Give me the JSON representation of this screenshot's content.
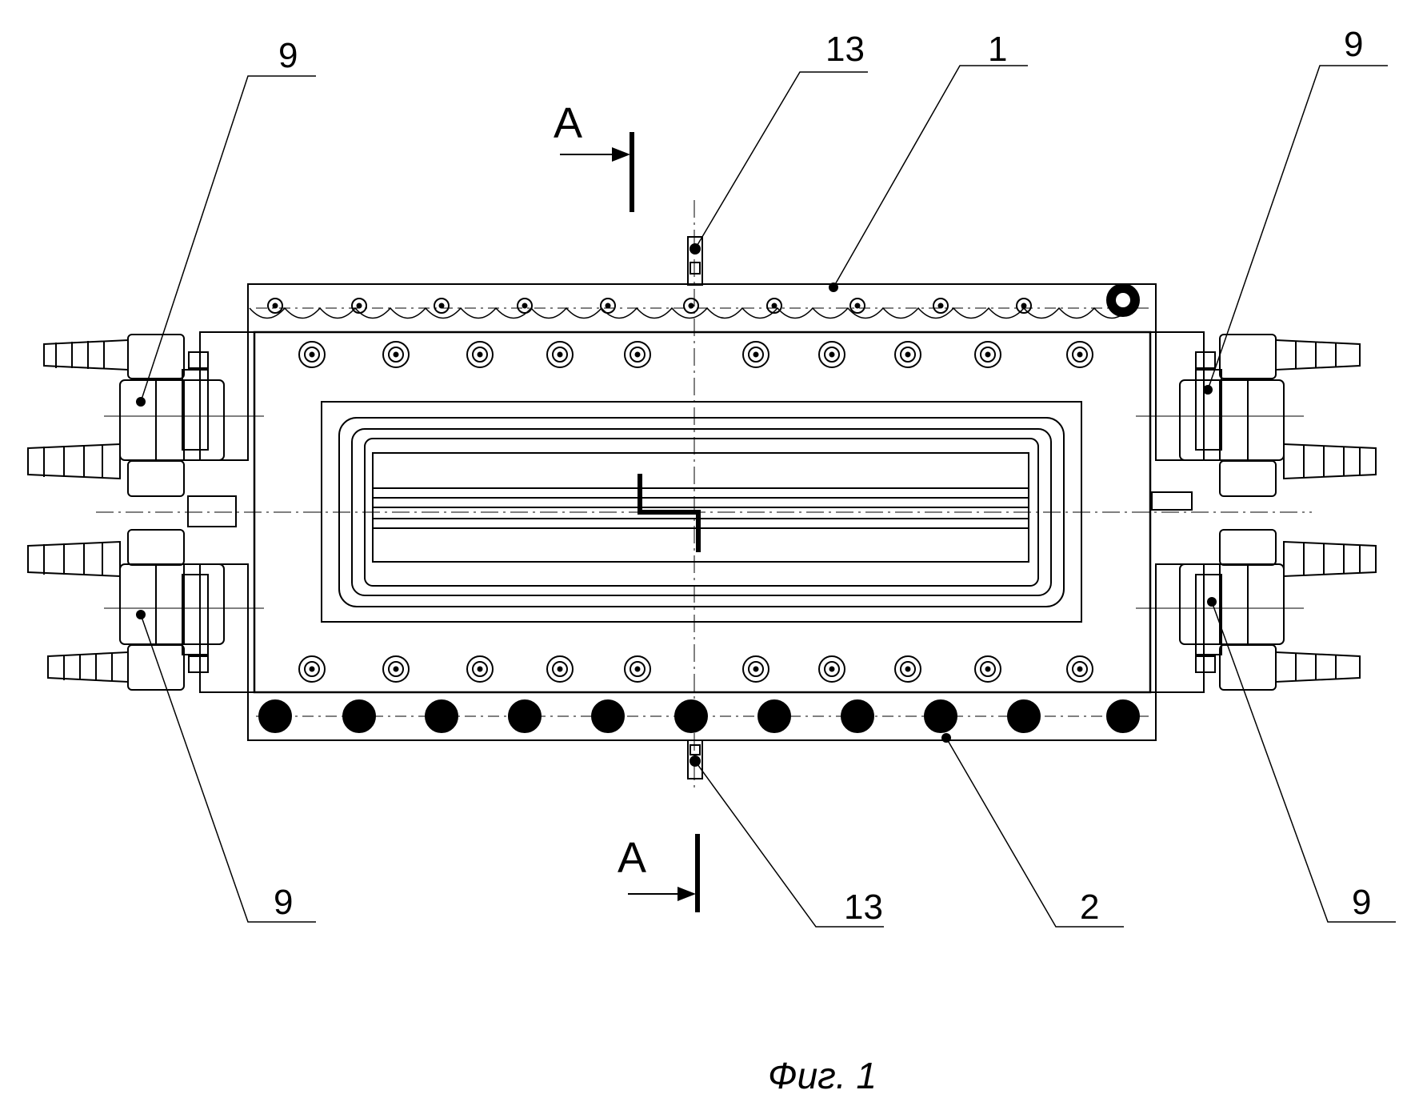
{
  "figure": {
    "caption": "Фиг. 1",
    "section_mark": "A",
    "callouts": {
      "top_left": "9",
      "top_right": "9",
      "bottom_left": "9",
      "bottom_right": "9",
      "top_center_13": "13",
      "bottom_center_13": "13",
      "top_plate": "1",
      "bottom_plate": "2"
    }
  },
  "colors": {
    "line": "#000000",
    "paper": "#ffffff"
  }
}
